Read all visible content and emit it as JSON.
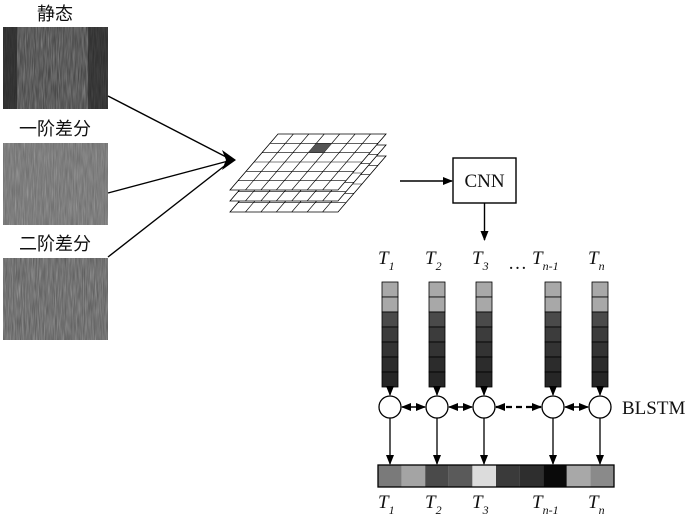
{
  "inputs": [
    {
      "label": "静态",
      "tone": "#3a3a3a"
    },
    {
      "label": "一阶差分",
      "tone": "#6a6a6a"
    },
    {
      "label": "二阶差分",
      "tone": "#555555"
    }
  ],
  "cnn_label": "CNN",
  "blstm_label": "BLSTM",
  "ellipsis": "…",
  "timesteps": [
    {
      "base": "T",
      "sub": "1"
    },
    {
      "base": "T",
      "sub": "2"
    },
    {
      "base": "T",
      "sub": "3"
    },
    {
      "base": "T",
      "sub": "n-1"
    },
    {
      "base": "T",
      "sub": "n"
    }
  ],
  "feature_column_shades": [
    "#a8a8a8",
    "#a8a8a8",
    "#4a4a4a",
    "#3c3c3c",
    "#333333",
    "#2c2c2c",
    "#262626"
  ],
  "output_strip_shades": [
    "#7a7a7a",
    "#a4a4a4",
    "#4a4a4a",
    "#5a5a5a",
    "#dcdcdc",
    "#3a3a3a",
    "#2e2e2e",
    "#0a0a0a",
    "#a8a8a8",
    "#8a8a8a"
  ]
}
